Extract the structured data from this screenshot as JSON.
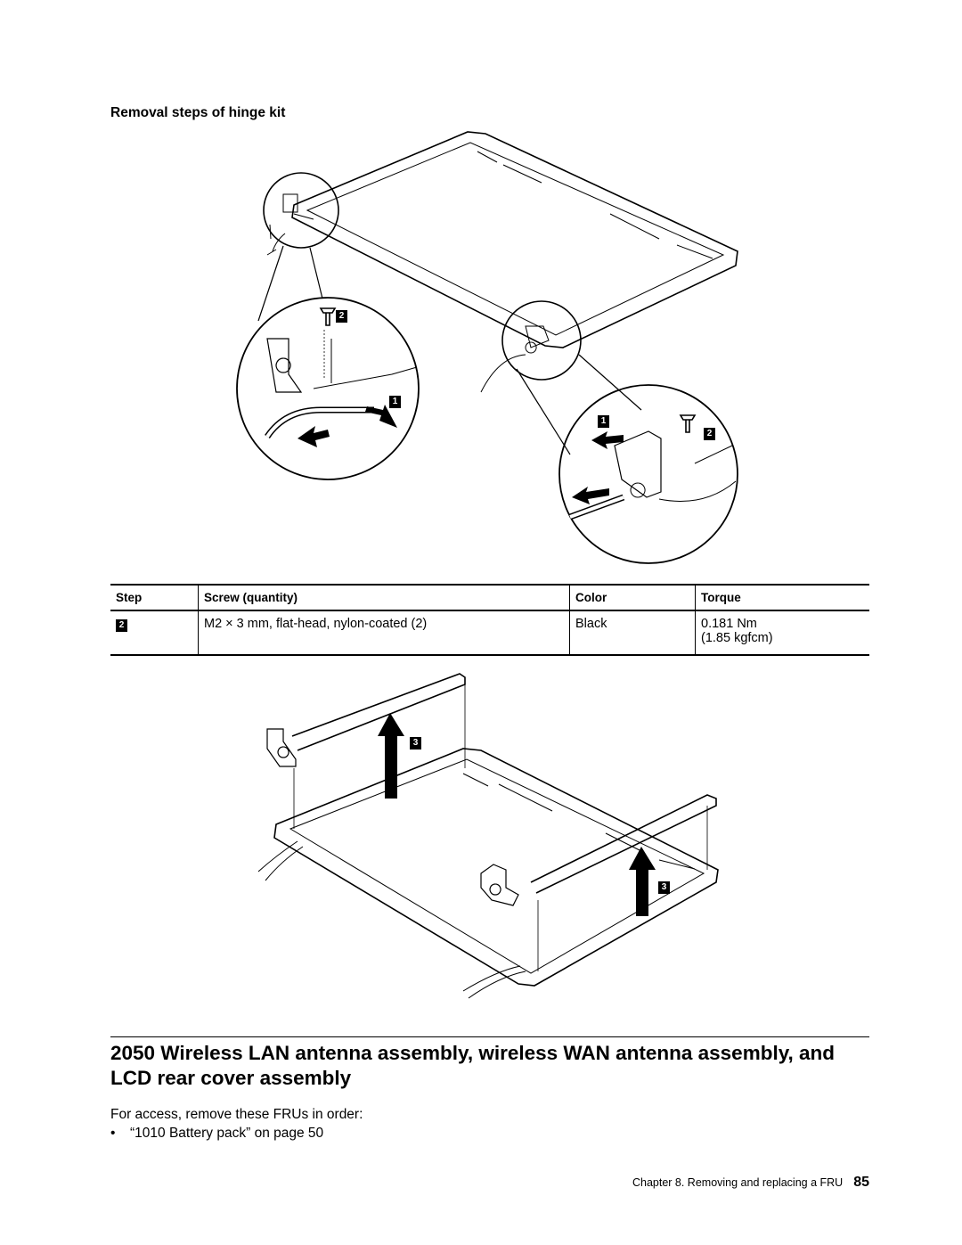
{
  "subheading": "Removal steps of hinge kit",
  "figure1": {
    "callouts": {
      "left_screw": "2",
      "left_cable": "1",
      "right_cable": "1",
      "right_screw": "2"
    }
  },
  "table": {
    "headers": {
      "step": "Step",
      "screw": "Screw (quantity)",
      "color": "Color",
      "torque": "Torque"
    },
    "rows": [
      {
        "step": "2",
        "screw": "M2 × 3 mm, flat-head, nylon-coated (2)",
        "color": "Black",
        "torque_nm": "0.181 Nm",
        "torque_kgfcm": "(1.85 kgfcm)"
      }
    ]
  },
  "figure2": {
    "callouts": {
      "left_lift": "3",
      "right_lift": "3"
    }
  },
  "section": {
    "title": "2050 Wireless LAN antenna assembly, wireless WAN antenna assembly, and LCD rear cover assembly",
    "access_text": "For access, remove these FRUs in order:",
    "bullets": [
      "“1010 Battery pack” on page 50"
    ]
  },
  "footer": {
    "text": "Chapter 8. Removing and replacing a FRU",
    "page_number": "85"
  },
  "colors": {
    "ink": "#000000",
    "paper": "#ffffff"
  }
}
